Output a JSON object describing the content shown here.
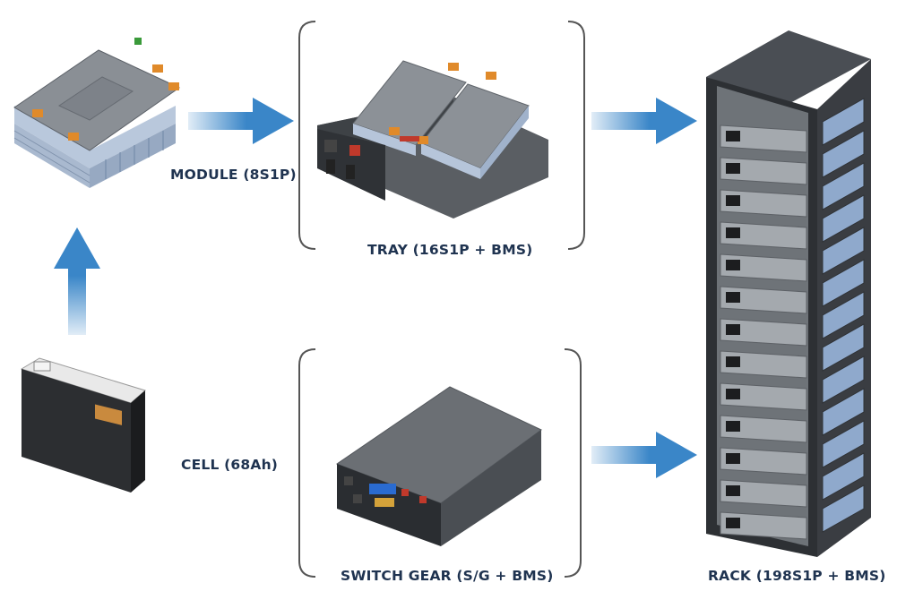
{
  "labels": {
    "module": "MODULE (8S1P)",
    "tray": "TRAY (16S1P + BMS)",
    "cell": "CELL (68Ah)",
    "switch_gear": "SWITCH GEAR (S/G + BMS)",
    "rack": "RACK (198S1P + BMS)"
  },
  "colors": {
    "arrow": "#3a86c8",
    "label_text": "#1f3350",
    "bracket": "#555555"
  }
}
